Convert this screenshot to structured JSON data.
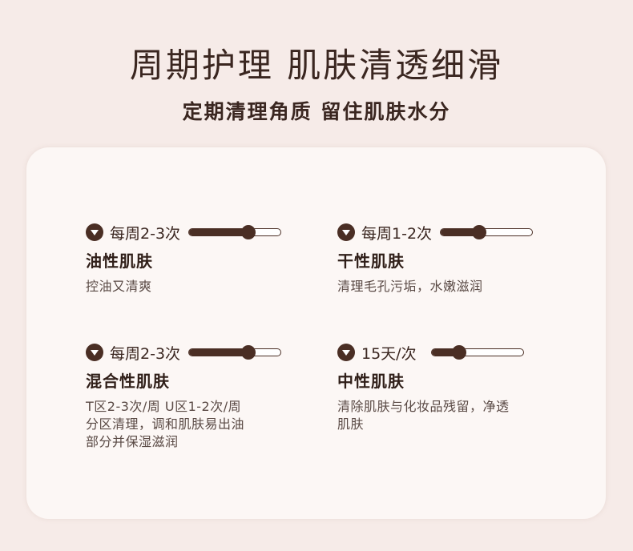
{
  "header": {
    "title": "周期护理  肌肤清透细滑",
    "subtitle": "定期清理角质  留住肌肤水分"
  },
  "items": [
    {
      "frequency": "每周2-3次",
      "level": 0.65,
      "skin_type": "油性肌肤",
      "description": "控油又清爽"
    },
    {
      "frequency": "每周1-2次",
      "level": 0.42,
      "skin_type": "干性肌肤",
      "description": "清理毛孔污垢，水嫩滋润"
    },
    {
      "frequency": "每周2-3次",
      "level": 0.65,
      "skin_type": "混合性肌肤",
      "description": "T区2-3次/周 U区1-2次/周\n分区清理，调和肌肤易出油\n部分并保湿滋润"
    },
    {
      "frequency": "15天/次",
      "level": 0.3,
      "skin_type": "中性肌肤",
      "description": "清除肌肤与化妆品残留，净透\n肌肤"
    }
  ],
  "colors": {
    "background": "#f6ebe8",
    "card": "#fcf7f5",
    "accent": "#4a2e24"
  },
  "icons": {
    "badge": "chevron-down-icon"
  }
}
